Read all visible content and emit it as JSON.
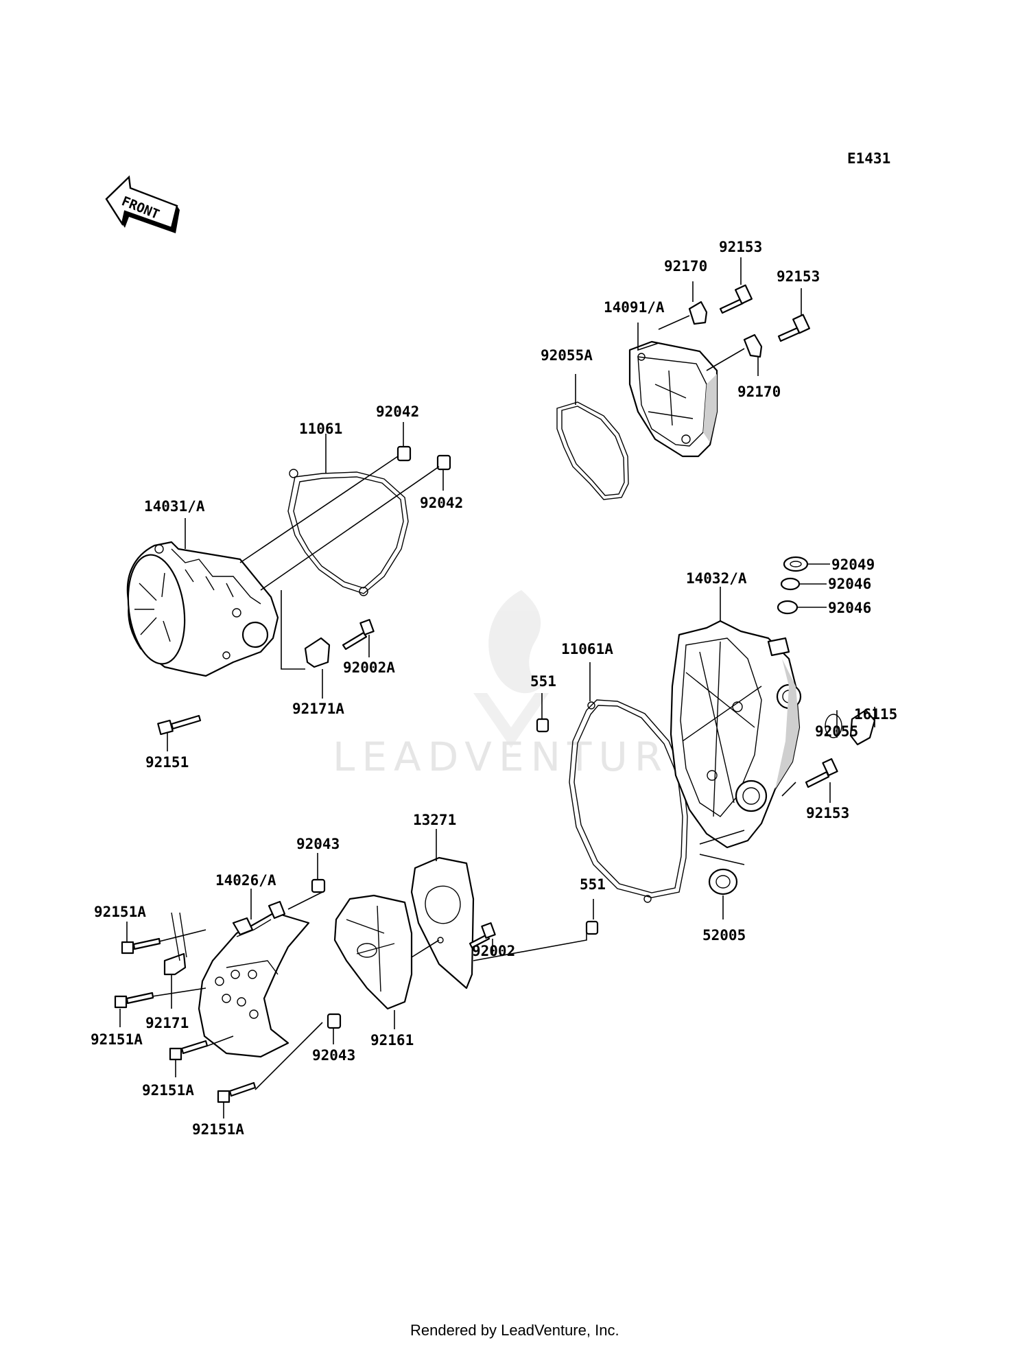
{
  "diagram_code": "E1431",
  "front_label": "FRONT",
  "watermark": "LEADVENTURE",
  "footer": "Rendered by LeadVenture, Inc.",
  "callouts": {
    "c92153_a": "92153",
    "c92170_a": "92170",
    "c92153_b": "92153",
    "c14091": "14091/A",
    "c92055A": "92055A",
    "c92170_b": "92170",
    "c92042_a": "92042",
    "c11061": "11061",
    "c92042_b": "92042",
    "c14031": "14031/A",
    "c92002A": "92002A",
    "c92171A": "92171A",
    "c92151": "92151",
    "c92049": "92049",
    "c92046_a": "92046",
    "c92046_b": "92046",
    "c14032": "14032/A",
    "c11061A": "11061A",
    "c551_a": "551",
    "c16115": "16115",
    "c92055": "92055",
    "c92153_c": "92153",
    "c13271": "13271",
    "c92043_a": "92043",
    "c14026": "14026/A",
    "c92151A_a": "92151A",
    "c92002": "92002",
    "c551_b": "551",
    "c52005": "52005",
    "c92171": "92171",
    "c92151A_b": "92151A",
    "c92043_b": "92043",
    "c92161": "92161",
    "c92151A_c": "92151A",
    "c92151A_d": "92151A"
  }
}
